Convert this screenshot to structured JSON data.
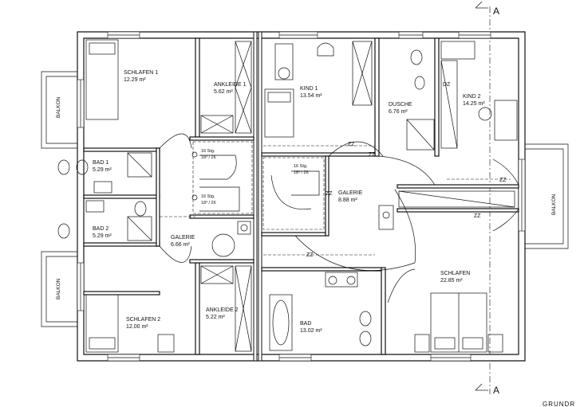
{
  "rooms": {
    "schlafen1": {
      "name": "SCHLAFEN 1",
      "area": "12.29 m²"
    },
    "ankleide1": {
      "name": "ANKLEIDE 1",
      "area": "5.62 m²"
    },
    "kind1": {
      "name": "KIND 1",
      "area": "13.54 m²"
    },
    "dusche": {
      "name": "DUSCHE",
      "area": "6.76 m²"
    },
    "kind2": {
      "name": "KIND 2",
      "area": "14.25 m²"
    },
    "bad1": {
      "name": "BAD 1",
      "area": "5.29 m²"
    },
    "bad2": {
      "name": "BAD 2",
      "area": "5.29 m²"
    },
    "galerie_left": {
      "name": "GALERIE",
      "area": "6.66 m²"
    },
    "galerie_right": {
      "name": "GALERIE",
      "area": "8.88 m²"
    },
    "schlafen2": {
      "name": "SCHLAFEN 2",
      "area": "12.00 m²"
    },
    "ankleide2": {
      "name": "ANKLEIDE 2",
      "area": "5.22 m²"
    },
    "bad": {
      "name": "BAD",
      "area": "13.02 m²"
    },
    "schlafen": {
      "name": "SCHLAFEN",
      "area": "22.85 m²"
    }
  },
  "balconies": {
    "left_top": "BALKON",
    "left_bottom": "BALKON",
    "right": "BALKON"
  },
  "stairs": {
    "left_a": "16 Stg.",
    "left_a_dim": "18³ / 26",
    "left_b": "16 Stg.",
    "left_b_dim": "18³ / 26",
    "right_a": "16 Stg.",
    "right_a_dim": "18³ / 26"
  },
  "zz_labels": [
    "ZZ",
    "ZZ",
    "ZZ",
    "ZZ",
    "ZZ",
    "ZZ"
  ],
  "dz_label": "DZ",
  "section_markers": {
    "top": "A",
    "bottom": "A"
  },
  "footer_title": "GRUNDR"
}
